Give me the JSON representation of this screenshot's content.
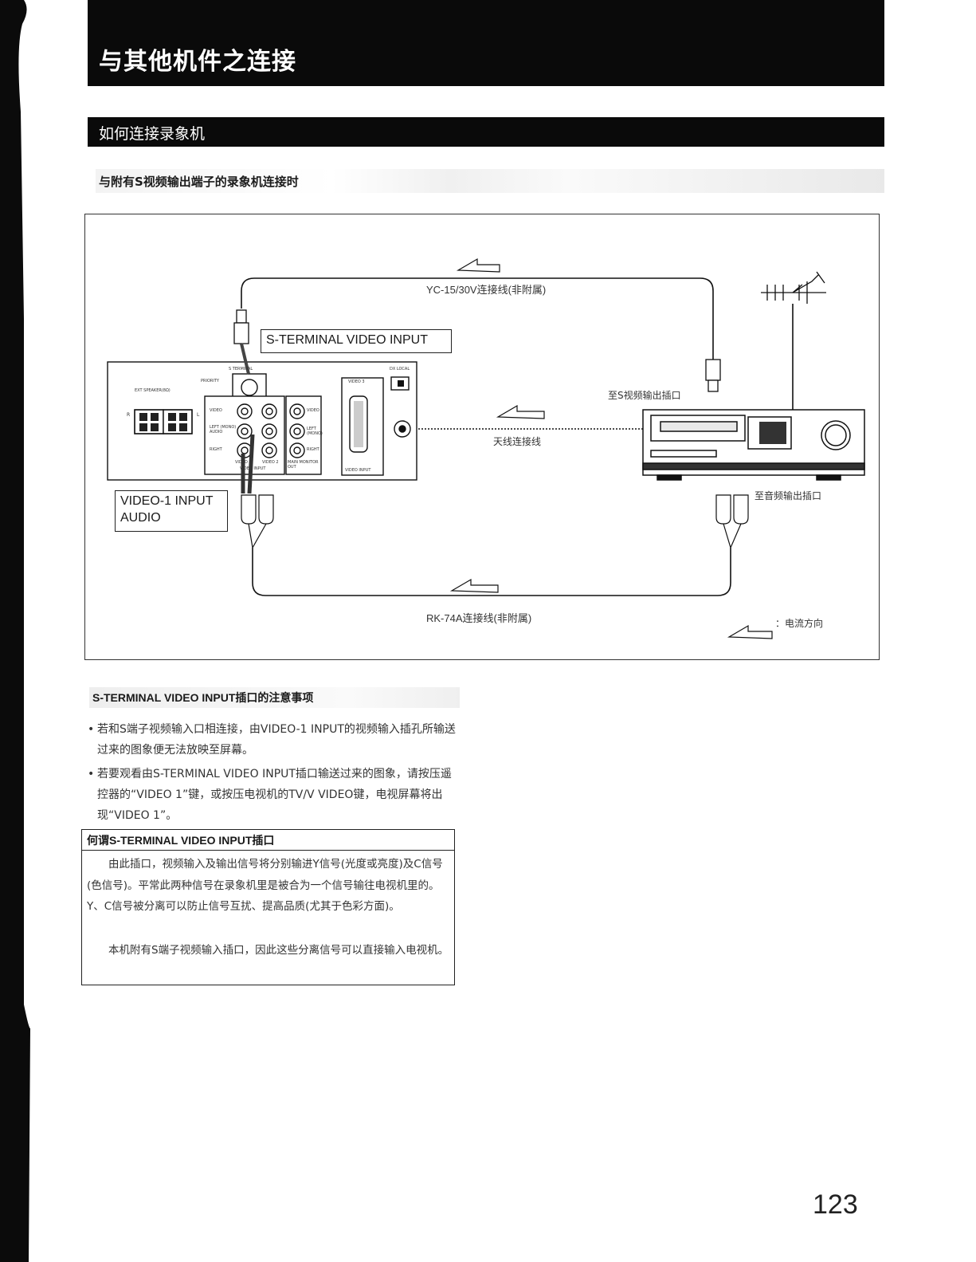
{
  "page": {
    "title": "与其他机件之连接",
    "section": "如何连接录象机",
    "subheading": "与附有S视频输出端子的录象机连接时",
    "page_number": "123"
  },
  "diagram": {
    "cable_yc": "YC-15/30V连接线(非附属)",
    "cable_rk": "RK-74A连接线(非附属)",
    "antenna_cable": "天线连接线",
    "to_s_out": "至S视频输出插口",
    "to_audio_out": "至音频输出插口",
    "legend": "：电流方向",
    "box_s_terminal": "S-TERMINAL VIDEO INPUT",
    "box_video1_line1": "VIDEO-1 INPUT",
    "box_video1_line2": "AUDIO",
    "panel": {
      "ext_speaker": "EXT SPEAKER(8Ω)",
      "s_terminal": "S TERMINAL",
      "priority": "PRIORITY",
      "video": "VIDEO",
      "left_mono_audio": "LEFT (MONO) AUDIO",
      "right": "RIGHT",
      "video1": "VIDEO 1",
      "video2": "VIDEO 2",
      "video_input": "VIDEO INPUT",
      "main_monitor_out": "MAIN MONITOR OUT",
      "left_mono": "LEFT (MONO)",
      "video3": "VIDEO 3",
      "dx_local": "DX LOCAL",
      "video_input_3": "VIDEO INPUT",
      "r": "R",
      "l": "L"
    }
  },
  "notes": {
    "heading": "S-TERMINAL VIDEO INPUT插口的注意事项",
    "items": [
      "若和S端子视频输入口相连接，由VIDEO-1 INPUT的视频输入插孔所输送过来的图象便无法放映至屏幕。",
      "若要观看由S-TERMINAL VIDEO INPUT插口输送过来的图象，请按压遥控器的“VIDEO 1”键，或按压电视机的TV/V VIDEO键，电视屏幕将出现“VIDEO 1”。"
    ]
  },
  "info": {
    "title": "何谓S-TERMINAL VIDEO INPUT插口",
    "para1": "由此插口，视频输入及输出信号将分别输进Y信号(光度或亮度)及C信号(色信号)。平常此两种信号在录象机里是被合为一个信号输往电视机里的。Y、C信号被分离可以防止信号互扰、提高品质(尤其于色彩方面)。",
    "para2": "本机附有S端子视频输入插口，因此这些分离信号可以直接输入电视机。"
  }
}
